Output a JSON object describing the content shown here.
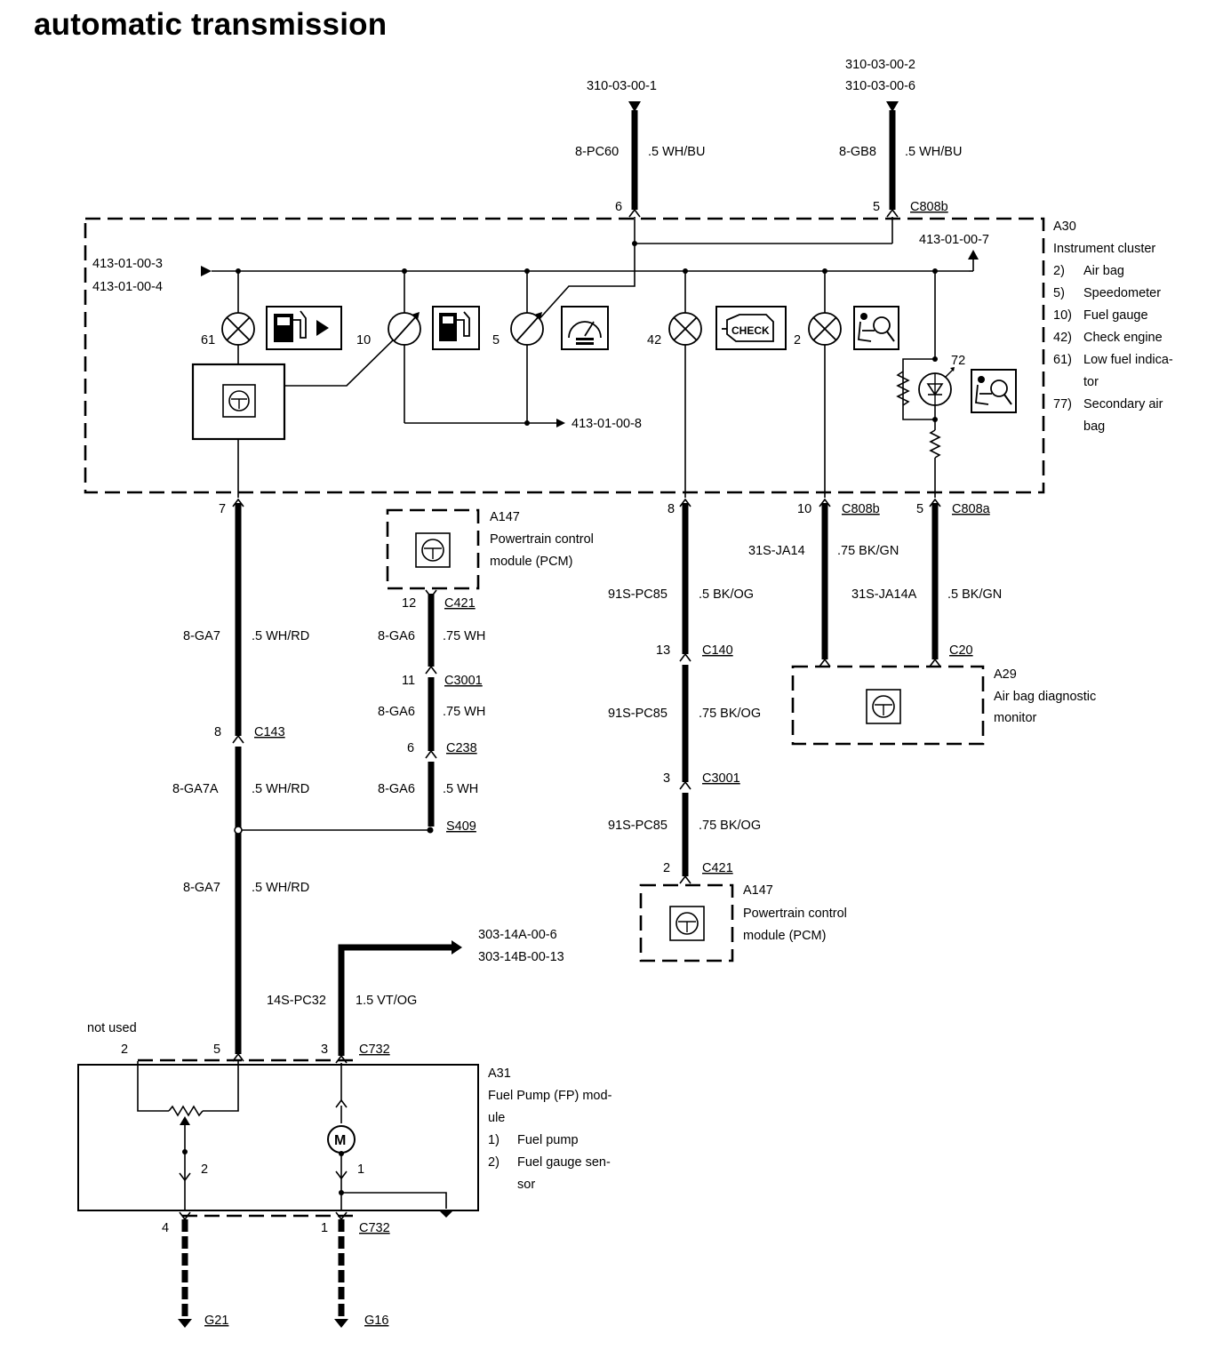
{
  "title": "automatic transmission",
  "refs": {
    "top_left": "310-03-00-1",
    "top_right_1": "310-03-00-2",
    "top_right_2": "310-03-00-6",
    "cluster_left_1": "413-01-00-3",
    "cluster_left_2": "413-01-00-4",
    "cluster_right": "413-01-00-7",
    "cluster_mid": "413-01-00-8",
    "supply_1": "303-14A-00-6",
    "supply_2": "303-14B-00-13"
  },
  "wires": {
    "pc60": {
      "circuit": "8-PC60",
      "spec": ".5 WH/BU"
    },
    "gb8": {
      "circuit": "8-GB8",
      "spec": ".5 WH/BU"
    },
    "ga7_top": {
      "circuit": "8-GA7",
      "spec": ".5 WH/RD"
    },
    "ga7a": {
      "circuit": "8-GA7A",
      "spec": ".5 WH/RD"
    },
    "ga7_bottom": {
      "circuit": "8-GA7",
      "spec": ".5 WH/RD"
    },
    "ga6_1": {
      "circuit": "8-GA6",
      "spec": ".75 WH"
    },
    "ga6_2": {
      "circuit": "8-GA6",
      "spec": ".75 WH"
    },
    "ga6_3": {
      "circuit": "8-GA6",
      "spec": ".5 WH"
    },
    "pc85_1": {
      "circuit": "91S-PC85",
      "spec": ".5 BK/OG"
    },
    "pc85_2": {
      "circuit": "91S-PC85",
      "spec": ".75 BK/OG"
    },
    "pc85_3": {
      "circuit": "91S-PC85",
      "spec": ".75 BK/OG"
    },
    "ja14": {
      "circuit": "31S-JA14",
      "spec": ".75 BK/GN"
    },
    "ja14a": {
      "circuit": "31S-JA14A",
      "spec": ".5 BK/GN"
    },
    "pc32": {
      "circuit": "14S-PC32",
      "spec": "1.5 VT/OG"
    }
  },
  "pins": {
    "c808b_6": "6",
    "c808b_5": "5",
    "bulb_61": "61",
    "gauge_10": "10",
    "gauge_5": "5",
    "bulb_42": "42",
    "bulb_2": "2",
    "led_72": "72",
    "cl_7": "7",
    "cl_8": "8",
    "cl_10": "10",
    "cl_5": "5",
    "c421_12": "12",
    "c3001_11": "11",
    "c238_6": "6",
    "c143_8": "8",
    "c140_13": "13",
    "c3001_3": "3",
    "c421_2": "2",
    "fp_2": "2",
    "fp_5": "5",
    "fp_3": "3",
    "fp_4": "4",
    "fp_1": "1",
    "inner_2": "2",
    "inner_1": "1"
  },
  "connectors": {
    "c808b_top": "C808b",
    "c808b_bottom": "C808b",
    "c808a": "C808a",
    "c421_a": "C421",
    "c3001_a": "C3001",
    "c238": "C238",
    "s409": "S409",
    "c143": "C143",
    "c140": "C140",
    "c3001_b": "C3001",
    "c421_b": "C421",
    "c20": "C20",
    "c732_top": "C732",
    "c732_bottom": "C732",
    "g21": "G21",
    "g16": "G16"
  },
  "icons": {
    "check_engine_text": "CHECK"
  },
  "components": {
    "a30": {
      "id": "A30",
      "name": "Instrument cluster",
      "items": [
        {
          "num": "2)",
          "text": "Air bag"
        },
        {
          "num": "5)",
          "text": "Speedometer"
        },
        {
          "num": "10)",
          "text": "Fuel gauge"
        },
        {
          "num": "42)",
          "text": "Check engine"
        },
        {
          "num": "61)",
          "text": "Low fuel indica-",
          "cont": "tor"
        },
        {
          "num": "77)",
          "text": "Secondary air",
          "cont": "bag"
        }
      ]
    },
    "a147_top": {
      "id": "A147",
      "line1": "Powertrain control",
      "line2": "module (PCM)"
    },
    "a147_bottom": {
      "id": "A147",
      "line1": "Powertrain control",
      "line2": "module (PCM)"
    },
    "a29": {
      "id": "A29",
      "line1": "Air bag diagnostic",
      "line2": "monitor"
    },
    "a31": {
      "id": "A31",
      "line1": "Fuel Pump (FP) mod-",
      "line2": "ule",
      "items": [
        {
          "num": "1)",
          "text": "Fuel pump"
        },
        {
          "num": "2)",
          "text": "Fuel gauge sen-",
          "cont": "sor"
        }
      ]
    },
    "not_used": "not used"
  },
  "colors": {
    "ink": "#000000",
    "paper": "#ffffff"
  }
}
